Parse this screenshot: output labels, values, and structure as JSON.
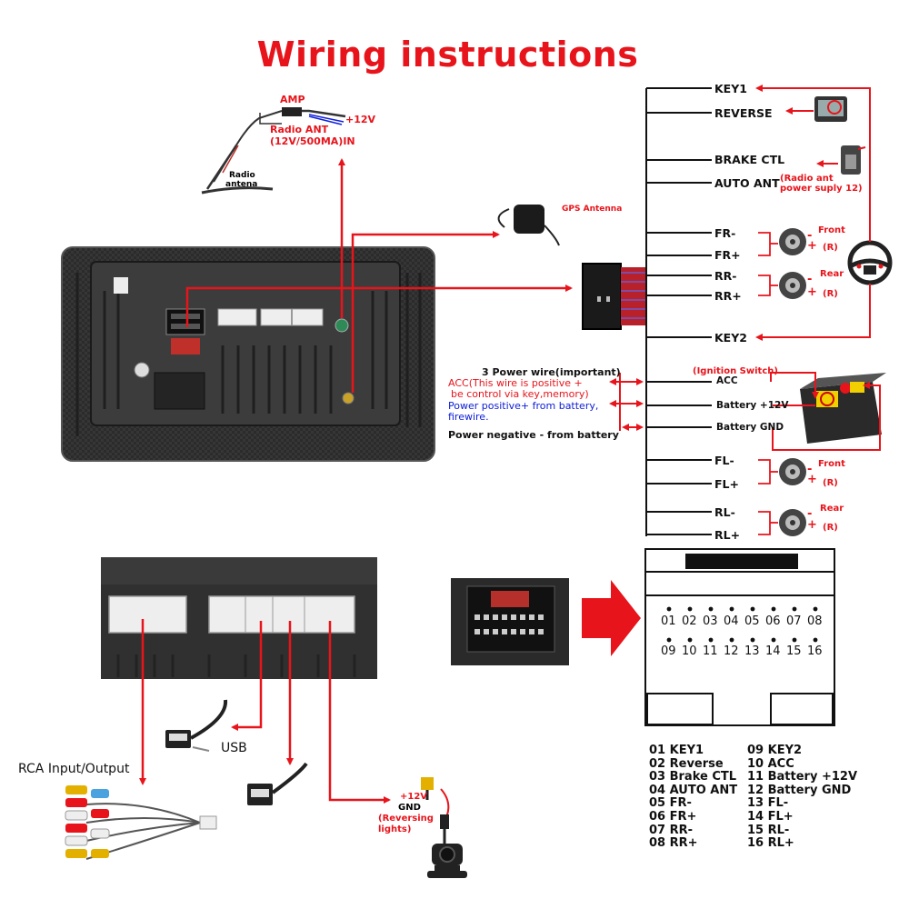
{
  "title": "Wiring instructions",
  "radio_section": {
    "amp": "AMP",
    "plus12": "+12V",
    "radio_ant_line1": "Radio ANT",
    "radio_ant_line2": "(12V/500MA)IN",
    "antenna_line1": "Radio",
    "antenna_line2": "antena",
    "gps": "GPS Antenna"
  },
  "harness": {
    "key1": "KEY1",
    "reverse": "REVERSE",
    "brake": "BRAKE CTL",
    "auto_ant": "AUTO ANT",
    "auto_ant_note_line1": "(Radio ant",
    "auto_ant_note_line2": "power suply 12)",
    "fr_minus": "FR-",
    "fr_plus": "FR+",
    "rr_minus": "RR-",
    "rr_plus": "RR+",
    "key2": "KEY2",
    "acc": "ACC",
    "battery12": "Battery  +12V",
    "battery_gnd": "Battery GND",
    "fl_minus": "FL-",
    "fl_plus": "FL+",
    "rl_minus": "RL-",
    "rl_plus": "RL+",
    "ignition": "(Ignition Switch)",
    "front": "Front",
    "rear": "Rear",
    "r_mark": "(R)",
    "minus": "-",
    "plus": "+"
  },
  "power_notes": {
    "heading": "3 Power wire(important)",
    "acc_line1": "ACC(This wire is positive +",
    "acc_line2": "be control via key,memory)",
    "pos_line1": "Power positive+ from battery,",
    "pos_line2": "firewire.",
    "neg": "Power negative - from battery"
  },
  "bottom": {
    "usb": "USB",
    "rca": "RCA Input/Output",
    "cam_12v": "+12V",
    "cam_gnd": "GND",
    "cam_note_line1": "(Reversing",
    "cam_note_line2": "lights)"
  },
  "pin_numbers_top": [
    "01",
    "02",
    "03",
    "04",
    "05",
    "06",
    "07",
    "08"
  ],
  "pin_numbers_bottom": [
    "09",
    "10",
    "11",
    "12",
    "13",
    "14",
    "15",
    "16"
  ],
  "pin_legend_left": [
    "01 KEY1",
    "02 Reverse",
    "03 Brake CTL",
    "04 AUTO ANT",
    "05 FR-",
    "06 FR+",
    "07 RR-",
    "08 RR+"
  ],
  "pin_legend_right": [
    "09 KEY2",
    "10 ACC",
    "11 Battery +12V",
    "12 Battery GND",
    "13 FL-",
    "14 FL+",
    "15 RL-",
    "16 RL+"
  ],
  "colors": {
    "accent_red": "#e8141b",
    "blue": "#1020d8",
    "dark_unit": "#2a2a2a"
  }
}
